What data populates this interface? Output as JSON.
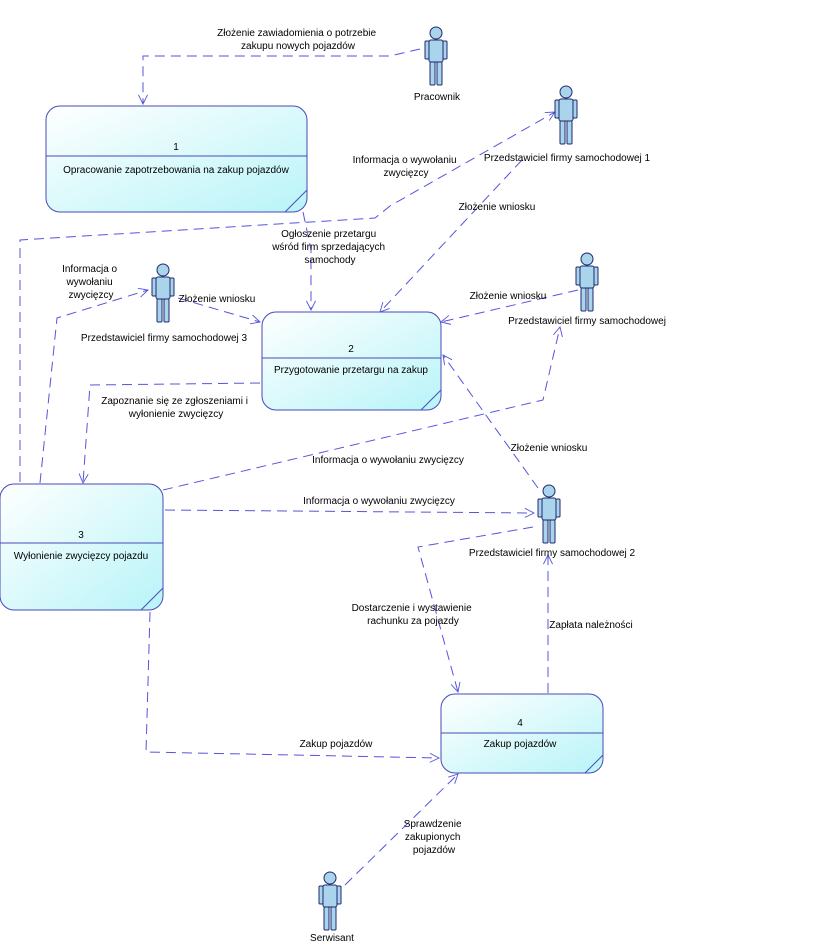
{
  "colors": {
    "process_fill_top": "#ffffff",
    "process_fill_bottom": "#b8f4f8",
    "process_border": "#4a4ab8",
    "flow_line": "#5555dd",
    "actor_fill": "#aad4ec",
    "actor_stroke": "#1e2a6e"
  },
  "processes": [
    {
      "id": "p1",
      "number": "1",
      "name": "Opracowanie zapotrzebowania na zakup pojazdów"
    },
    {
      "id": "p2",
      "number": "2",
      "name": "Przygotowanie przetargu na zakup"
    },
    {
      "id": "p3",
      "number": "3",
      "name": "Wyłonienie zwycięzcy pojazdu"
    },
    {
      "id": "p4",
      "number": "4",
      "name": "Zakup pojazdów"
    }
  ],
  "actors": [
    {
      "id": "pracownik",
      "name": "Pracownik"
    },
    {
      "id": "firma1",
      "name": "Przedstawiciel firmy samochodowej 1"
    },
    {
      "id": "firma3",
      "name": "Przedstawiciel firmy samochodowej 3"
    },
    {
      "id": "firma",
      "name": "Przedstawiciel firmy samochodowej"
    },
    {
      "id": "firma2",
      "name": "Przedstawiciel firmy samochodowej 2"
    },
    {
      "id": "serwisant",
      "name": "Serwisant"
    }
  ],
  "flows": [
    {
      "id": "f_zawiadomienie",
      "lines": [
        "Złożenie zawiadomienia o potrzebie",
        "zakupu nowych pojazdów"
      ]
    },
    {
      "id": "f_info_firma1",
      "lines": [
        "Informacja o wywołaniu",
        "zwycięzcy"
      ]
    },
    {
      "id": "f_wniosek_firma1",
      "lines": [
        "Złożenie wniosku"
      ]
    },
    {
      "id": "f_ogloszenie",
      "lines": [
        "Ogłoszenie przetargu",
        "wśród firm sprzedających",
        "samochody"
      ]
    },
    {
      "id": "f_info_firma3",
      "lines": [
        "Informacja o",
        "wywołaniu",
        "zwycięzcy"
      ]
    },
    {
      "id": "f_wniosek_firma3",
      "lines": [
        "Złożenie wniosku"
      ]
    },
    {
      "id": "f_wniosek_firma",
      "lines": [
        "Złożenie wniosku"
      ]
    },
    {
      "id": "f_zapoznanie",
      "lines": [
        "Zapoznanie się ze zgłoszeniami i",
        "wyłonienie zwycięzcy"
      ]
    },
    {
      "id": "f_wniosek_firma2",
      "lines": [
        "Złożenie wniosku"
      ]
    },
    {
      "id": "f_info_firma",
      "lines": [
        "Informacja o wywołaniu zwycięzcy"
      ]
    },
    {
      "id": "f_info_firma2",
      "lines": [
        "Informacja o wywołaniu zwycięzcy"
      ]
    },
    {
      "id": "f_dostarczenie",
      "lines": [
        "Dostarczenie i wystawienie",
        "rachunku za pojazdy"
      ]
    },
    {
      "id": "f_zaplata",
      "lines": [
        "Zapłata należności"
      ]
    },
    {
      "id": "f_zakup",
      "lines": [
        "Zakup pojazdów"
      ]
    },
    {
      "id": "f_sprawdzenie",
      "lines": [
        "Sprawdzenie",
        "zakupionych",
        "pojazdów"
      ]
    }
  ]
}
